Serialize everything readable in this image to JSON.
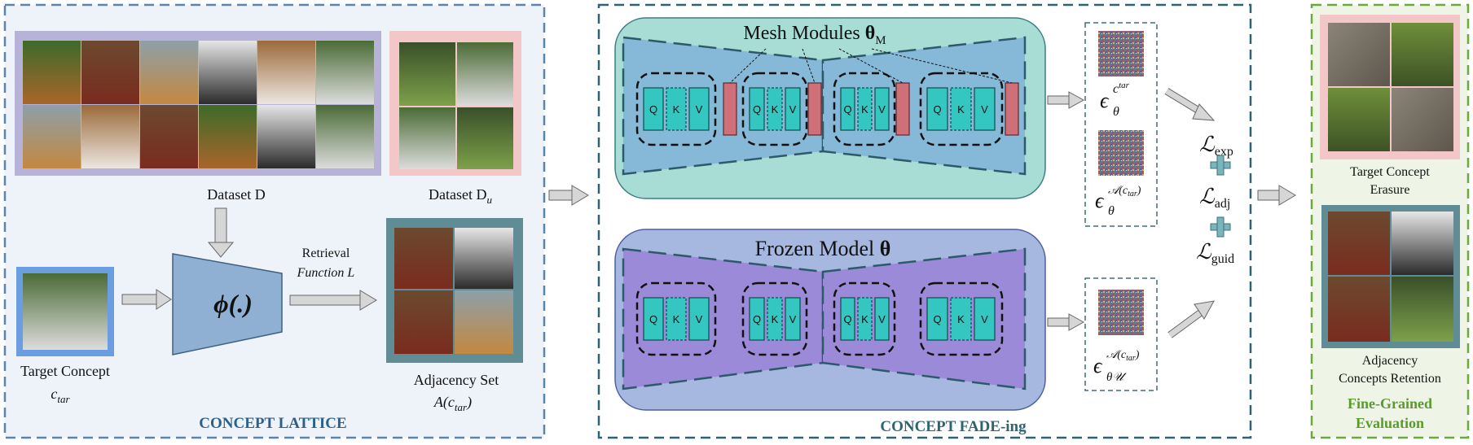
{
  "sections": {
    "lattice": {
      "title": "CONCEPT LATTICE",
      "color": "#2c5f8a"
    },
    "fading": {
      "title": "CONCEPT FADE-ing",
      "color": "#2c6470"
    },
    "evaluation": {
      "title_line1": "Fine-Grained",
      "title_line2": "Evaluation",
      "color": "#5b9a2e"
    }
  },
  "lattice": {
    "dataset_d_label": "Dataset D",
    "dataset_du_label": "Dataset D",
    "dataset_du_sub": "u",
    "retrieval_line1": "Retrieval",
    "retrieval_line2": "Function L",
    "phi_label": "ϕ(.)",
    "target_concept_label": "Target Concept",
    "target_symbol": "c",
    "target_sub": "tar",
    "adjacency_set_label": "Adjacency Set",
    "adjacency_symbol": "A(c",
    "adjacency_sub": "tar",
    "adjacency_close": ")"
  },
  "fading": {
    "mesh_title": "Mesh Modules ",
    "mesh_theta": "θ",
    "mesh_sub": "M",
    "frozen_title": "Frozen Model ",
    "frozen_theta": "θ",
    "block_letters": [
      "Q",
      "K",
      "V"
    ],
    "eps_symbol": "ϵ",
    "eps_target_sup": "c",
    "eps_target_sup_sub": "tar",
    "eps_target_sub": "θ",
    "eps_adj_sup": "𝒜(c",
    "eps_adj_sup_sub": "tar",
    "eps_adj_sup_close": ")",
    "eps_adj_sub": "θ",
    "eps_frozen_sup": "𝒜(c",
    "eps_frozen_sup_sub": "tar",
    "eps_frozen_sup_close": ")",
    "eps_frozen_sub": "θ𝒰",
    "loss_symbol": "ℒ",
    "loss_exp": "exp",
    "loss_adj": "adj",
    "loss_guid": "guid",
    "plus": "+"
  },
  "evaluation": {
    "erasure_line1": "Target Concept",
    "erasure_line2": "Erasure",
    "retention_line1": "Adjacency",
    "retention_line2": "Concepts Retention"
  },
  "colors": {
    "lattice_border": "#5b84ad",
    "lattice_bg": "#eef3f9",
    "fade_border": "#2d6470",
    "eval_border": "#6aaa3a",
    "eval_bg": "#eef5e6",
    "grid_frame": "#b6b2d8",
    "du_frame": "#f3c7c7",
    "target_frame": "#6b9ee0",
    "adj_frame": "#5f8c95",
    "encoder": "#8fb0d2",
    "mesh_bg": "#a8ddd6",
    "mesh_trap": "#86b8d8",
    "frozen_bg": "#a6b8e0",
    "frozen_trap": "#9a8ad8",
    "qkv": "#34c6c0",
    "adapter": "#cf6f77",
    "plus": "#7ab4bd"
  }
}
